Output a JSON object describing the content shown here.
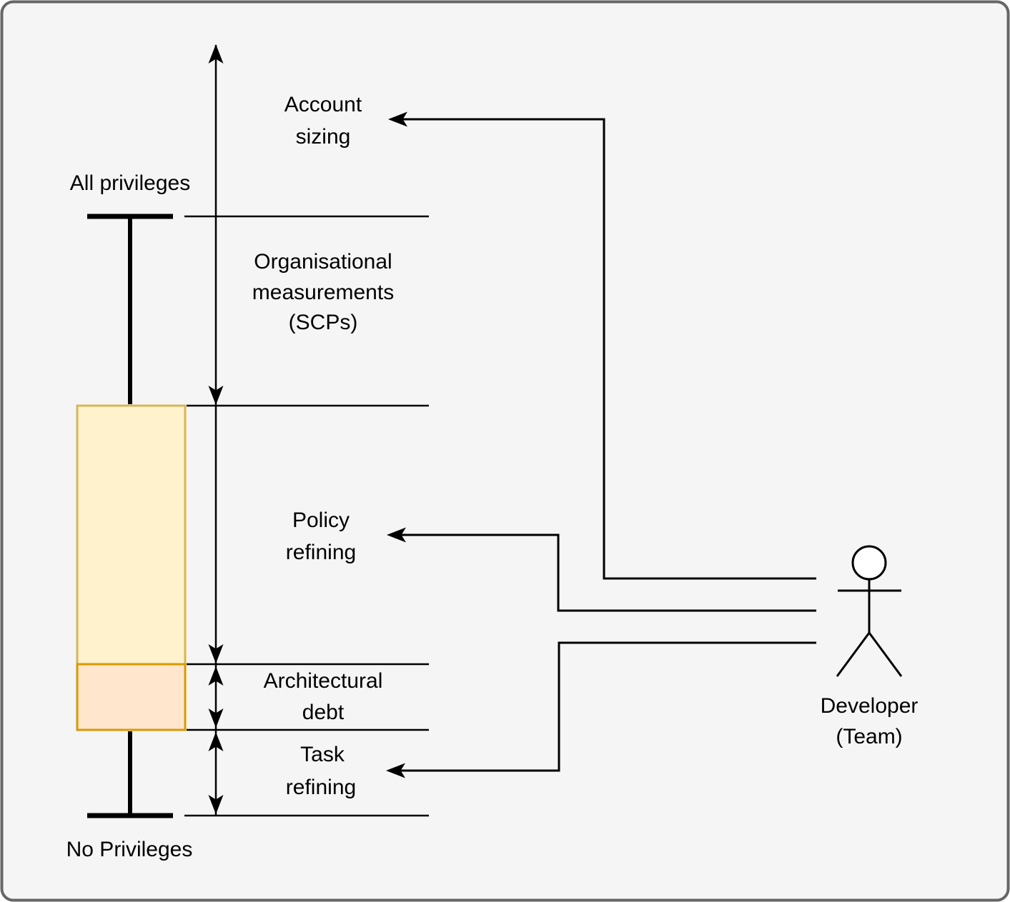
{
  "frame": {
    "background": "#F5F5F5",
    "border_color": "#666666"
  },
  "colors": {
    "stroke": "#000000",
    "upper_box_fill": "#FFF2CC",
    "upper_box_stroke": "#D6B656",
    "lower_box_fill": "#FFE6CC",
    "lower_box_stroke": "#D79B00",
    "actor_head_fill": "#FFFFFF"
  },
  "labels": {
    "all_privileges": "All privileges",
    "no_privileges": "No Privileges",
    "account_sizing": [
      "Account",
      "sizing"
    ],
    "organisational_measurements": [
      "Organisational",
      "measurements",
      "(SCPs)"
    ],
    "policy_refining": [
      "Policy",
      "refining"
    ],
    "architectural_debt": [
      "Architectural",
      "debt"
    ],
    "task_refining": [
      "Task",
      "refining"
    ],
    "developer": [
      "Developer",
      "(Team)"
    ]
  }
}
